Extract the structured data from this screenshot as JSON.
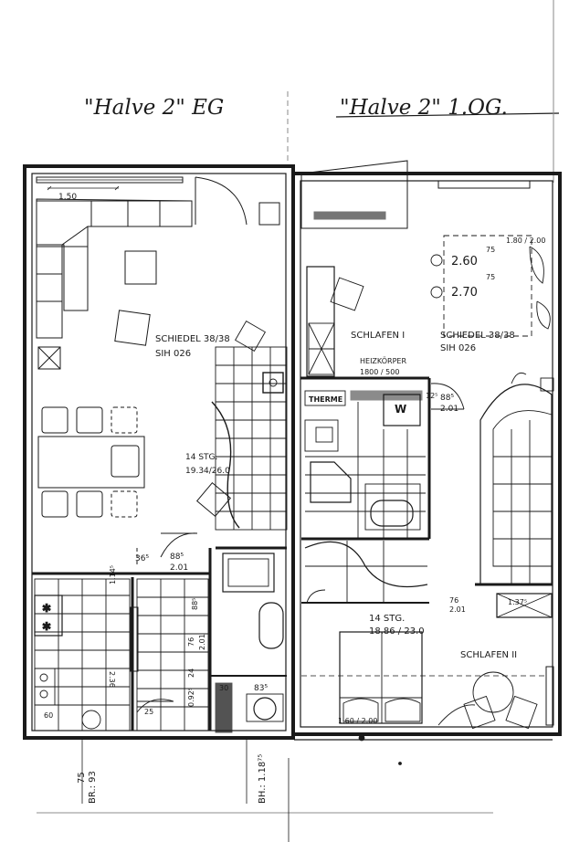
{
  "headings": {
    "left": "\"Halve 2\" EG",
    "right": "\"Halve 2\" 1.OG."
  },
  "labels": {
    "schiedel_left_1": "SCHIEDEL 38/38",
    "schiedel_left_2": "SIH 026",
    "schiedel_right_1": "SCHIEDEL 38/38",
    "schiedel_right_2": "SIH 026",
    "stairs_left_1": "14 STG.",
    "stairs_left_2": "19.34/26.0",
    "stairs_right": "14 STG.",
    "stairs_right_2": "18.86 / 23.0",
    "schlafen_1": "SCHLAFEN I",
    "schlafen_2": "SCHLAFEN II",
    "heizkoerper_1": "HEIZKÖRPER",
    "heizkoerper_2": "1800 / 500",
    "therme": "THERME",
    "w": "W",
    "dim_150": "1.50",
    "dim_180_200": "1.80 / 2.00",
    "dim_260": "2.60",
    "dim_270": "2.70",
    "dim_75a": "75",
    "dim_75b": "75",
    "dim_88_left": "88⁵",
    "dim_201_left": "2.01",
    "dim_365": "36⁵",
    "dim_88_right": "88⁵",
    "dim_201_right": "2.01",
    "dim_125": "12⁵",
    "dim_76": "76",
    "dim_201_b": "2.01",
    "dim_137": "1.37⁵",
    "dim_160_200": "1.60 / 2.00",
    "dim_236": "2.36",
    "dim_114": "1.14⁵",
    "dim_885": "88⁵",
    "dim_76b": "76",
    "dim_24": "24",
    "dim_201c": "2.01",
    "dim_83": "83⁵",
    "dim_30": "30",
    "dim_25": "25",
    "dim_60": "60",
    "dim_0925": "0.92⁵",
    "dim_br": "BR.: 93",
    "dim_75c": "75",
    "dim_bh": "BH.: 1.18⁷⁵"
  },
  "colors": {
    "ink": "#1a1a1a",
    "paper": "#ffffff"
  }
}
